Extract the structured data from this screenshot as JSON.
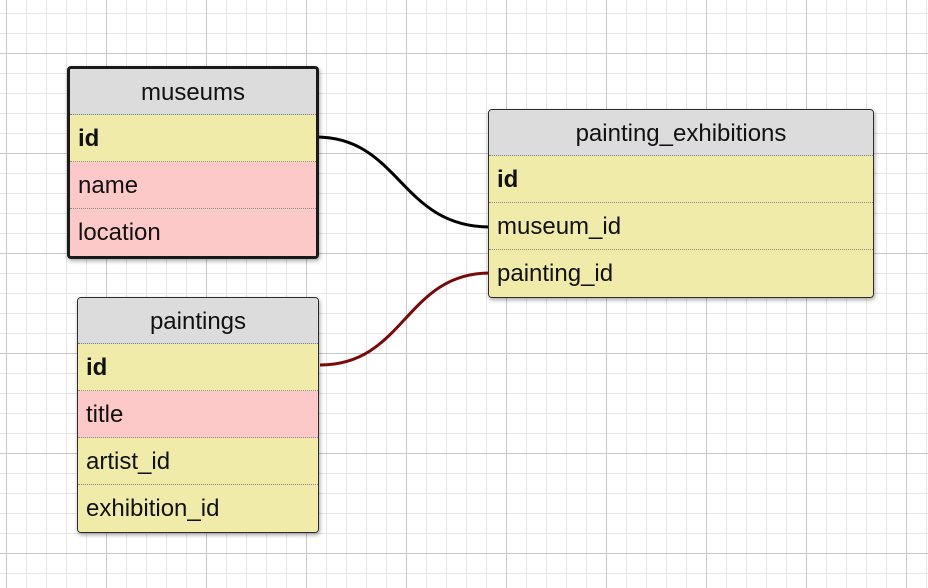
{
  "colors": {
    "header_bg": "#dcdcdc",
    "field_bg": "#f0eba8",
    "highlight_field_bg": "#fcc8c8",
    "connector_black": "#000000",
    "connector_red": "#7a0a0a"
  },
  "tables": {
    "museums": {
      "name": "museums",
      "fields": [
        "id",
        "name",
        "location"
      ]
    },
    "paintings": {
      "name": "paintings",
      "fields": [
        "id",
        "title",
        "artist_id",
        "exhibition_id"
      ]
    },
    "painting_exhibitions": {
      "name": "painting_exhibitions",
      "fields": [
        "id",
        "museum_id",
        "painting_id"
      ]
    }
  },
  "relations": [
    {
      "from": "museums.id",
      "to": "painting_exhibitions.museum_id"
    },
    {
      "from": "paintings.id",
      "to": "painting_exhibitions.painting_id"
    }
  ]
}
